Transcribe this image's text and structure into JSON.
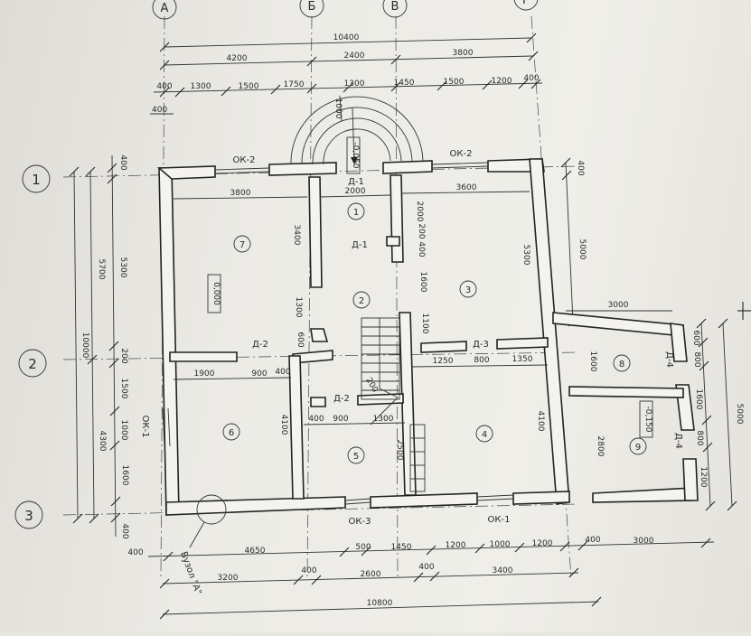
{
  "axes": {
    "letters": [
      "А",
      "Б",
      "В",
      "Г"
    ],
    "numbers": [
      "1",
      "2",
      "3"
    ]
  },
  "top_dims": {
    "total": "10400",
    "row2": [
      "4200",
      "2400",
      "3800"
    ],
    "row3": [
      "400",
      "1300",
      "1500",
      "1750",
      "1300",
      "1450",
      "1500",
      "1200",
      "400"
    ],
    "small": "400"
  },
  "bottom_dims": {
    "row1": [
      "400",
      "4650",
      "500",
      "1450",
      "1200",
      "1000",
      "1200",
      "400",
      "3000"
    ],
    "row2": [
      "3200",
      "400",
      "2600",
      "400",
      "3400"
    ],
    "total": "10800"
  },
  "left_dims": {
    "outer": "10000",
    "mid": [
      "5700",
      "4300"
    ],
    "inner": [
      "400",
      "5300",
      "200",
      "1500",
      "1000",
      "1600",
      "400"
    ]
  },
  "right_dims": {
    "outer": "5000",
    "inner": [
      "600",
      "800",
      "1600",
      "800",
      "1200"
    ],
    "top": [
      "400",
      "5000"
    ]
  },
  "windows": [
    "ОК-2",
    "ОК-2",
    "ОК-1",
    "ОК-3",
    "ОК-1"
  ],
  "doors": [
    "Д-1",
    "Д-1",
    "Д-2",
    "Д-2",
    "Д-3",
    "Д-4",
    "Д-4"
  ],
  "rooms": [
    "1",
    "2",
    "3",
    "4",
    "5",
    "6",
    "7",
    "8",
    "9"
  ],
  "levels": [
    "0,000",
    "-0,050",
    "-0,150"
  ],
  "interior_dims": {
    "r7_width": "3800",
    "r1_width": "2000",
    "r3_width": "3600",
    "r6_widths": [
      "1900",
      "900",
      "400"
    ],
    "r5_widths": [
      "400",
      "900",
      "1300"
    ],
    "r4_widths": [
      "1250",
      "800",
      "1350"
    ],
    "annex_width": "3000",
    "v_3400": "3400",
    "v_1300": "1300",
    "v_600": "600",
    "v_4100": "4100",
    "v_2000": "2000",
    "v_200_400": "200 400",
    "v_1600": "1600",
    "v_1100": "1100",
    "v_5300": "5300",
    "v_4100b": "4100",
    "v_2500": "2500",
    "v_1600b": "1600",
    "v_2800": "2800",
    "porch": "1000",
    "stair": "200"
  },
  "node_callout": "Вузол \"А\""
}
